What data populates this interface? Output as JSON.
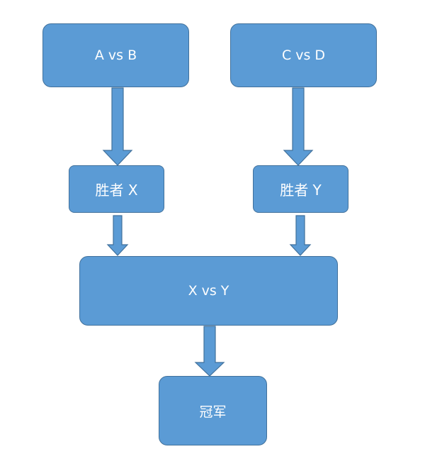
{
  "diagram": {
    "nodes": {
      "match_ab": "A vs B",
      "match_cd": "C vs D",
      "winner_x": "胜者 X",
      "winner_y": "胜者 Y",
      "final": "X vs Y",
      "champion": "冠军"
    },
    "colors": {
      "fill": "#5b9bd5",
      "border": "#41719c",
      "text": "#ffffff"
    }
  }
}
